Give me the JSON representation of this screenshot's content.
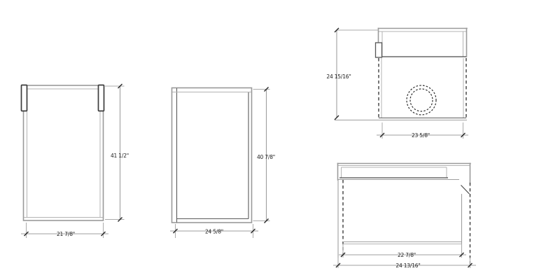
{
  "drawing": {
    "views": {
      "front": {
        "height_label": "41 1/2\"",
        "width_label": "21 7/8\""
      },
      "side": {
        "height_label": "40 7/8\"",
        "depth_label": "24 5/8\""
      },
      "top": {
        "depth_label": "24 15/16\"",
        "width_label": "23 5/8\""
      },
      "rear": {
        "inner_width_label": "22 7/8\"",
        "outer_width_label": "24 13/16\""
      }
    },
    "colors": {
      "line_gray": "#9a9a9a",
      "line_dark": "#2e2e2e",
      "background": "#ffffff",
      "text": "#1b1b1b"
    }
  }
}
